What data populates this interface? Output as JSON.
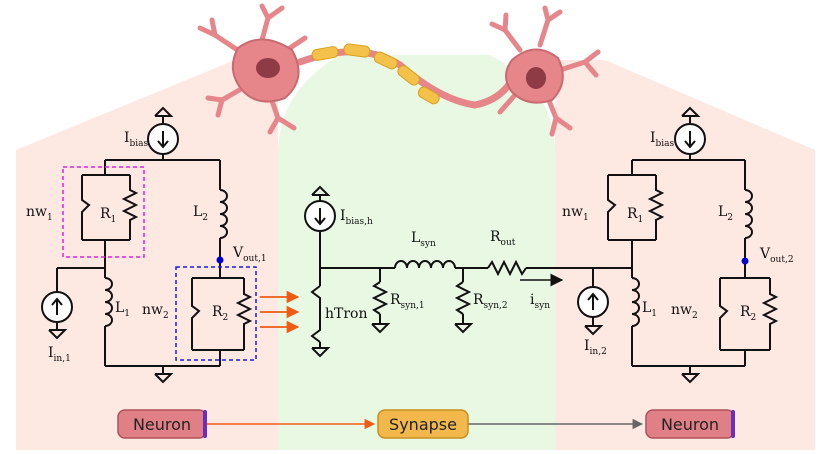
{
  "colors": {
    "neuron_region": "#fde8e2",
    "synapse_region": "#e8f8e3",
    "wire": "#111111",
    "node_dot": "#0000cc",
    "nanowire_box_1": "#e020e0",
    "nanowire_box_2": "#1a1aee",
    "arrow_orange": "#f05a14",
    "neuron_pill": "#e07f86",
    "synapse_pill": "#f2b84b",
    "soma": "#e6868a",
    "myelin": "#f4c24a"
  },
  "left_circuit": {
    "bias": {
      "base": "I",
      "sub": "bias"
    },
    "nw1": {
      "base": "nw",
      "sub": "1"
    },
    "r1": {
      "base": "R",
      "sub": "1"
    },
    "l2": {
      "base": "L",
      "sub": "2"
    },
    "vout": {
      "base": "V",
      "sub": "out,1"
    },
    "l1": {
      "base": "L",
      "sub": "1"
    },
    "nw2": {
      "base": "nw",
      "sub": "2"
    },
    "r2": {
      "base": "R",
      "sub": "2"
    },
    "iin": {
      "base": "I",
      "sub": "in,1"
    }
  },
  "synapse_circuit": {
    "bias_h": {
      "base": "I",
      "sub": "bias,h"
    },
    "htron": "hTron",
    "lsyn": {
      "base": "L",
      "sub": "syn"
    },
    "rout": {
      "base": "R",
      "sub": "out"
    },
    "rsyn1": {
      "base": "R",
      "sub": "syn,1"
    },
    "rsyn2": {
      "base": "R",
      "sub": "syn,2"
    },
    "isyn": {
      "base": "i",
      "sub": "syn"
    }
  },
  "right_circuit": {
    "bias": {
      "base": "I",
      "sub": "bias"
    },
    "nw1": {
      "base": "nw",
      "sub": "1"
    },
    "r1": {
      "base": "R",
      "sub": "1"
    },
    "l2": {
      "base": "L",
      "sub": "2"
    },
    "vout": {
      "base": "V",
      "sub": "out,2"
    },
    "l1": {
      "base": "L",
      "sub": "1"
    },
    "nw2": {
      "base": "nw",
      "sub": "2"
    },
    "r2": {
      "base": "R",
      "sub": "2"
    },
    "iin": {
      "base": "I",
      "sub": "in,2"
    }
  },
  "flow": {
    "neuron_left": "Neuron",
    "synapse": "Synapse",
    "neuron_right": "Neuron"
  }
}
